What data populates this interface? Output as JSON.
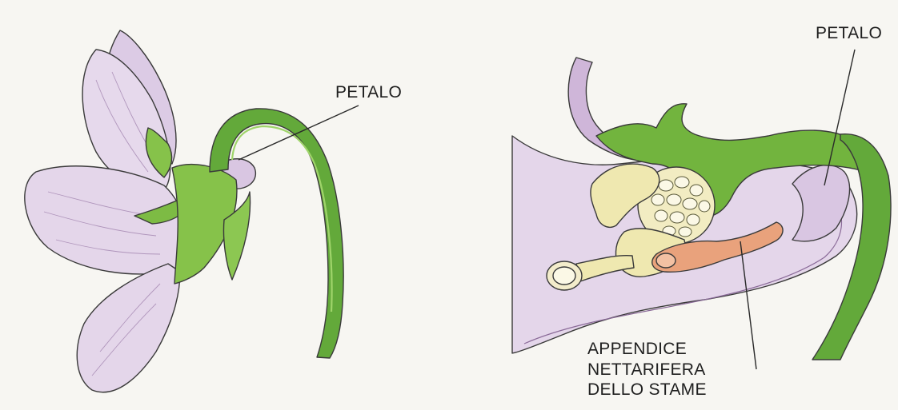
{
  "labels": {
    "petalo_left": "PETALO",
    "petalo_right": "PETALO",
    "appendice": {
      "line1": "APPENDICE",
      "line2": "NETTARIFERA",
      "line3": "DELLO STAME"
    }
  },
  "colors": {
    "petal": "#e4d6ea",
    "petal_shade": "#cdb4d8",
    "stem": "#63a93a",
    "sepal": "#86c24a",
    "pollen_yellow": "#efe8b0",
    "nectar_appendage": "#e9a27c",
    "outline": "#3a3a3a"
  }
}
